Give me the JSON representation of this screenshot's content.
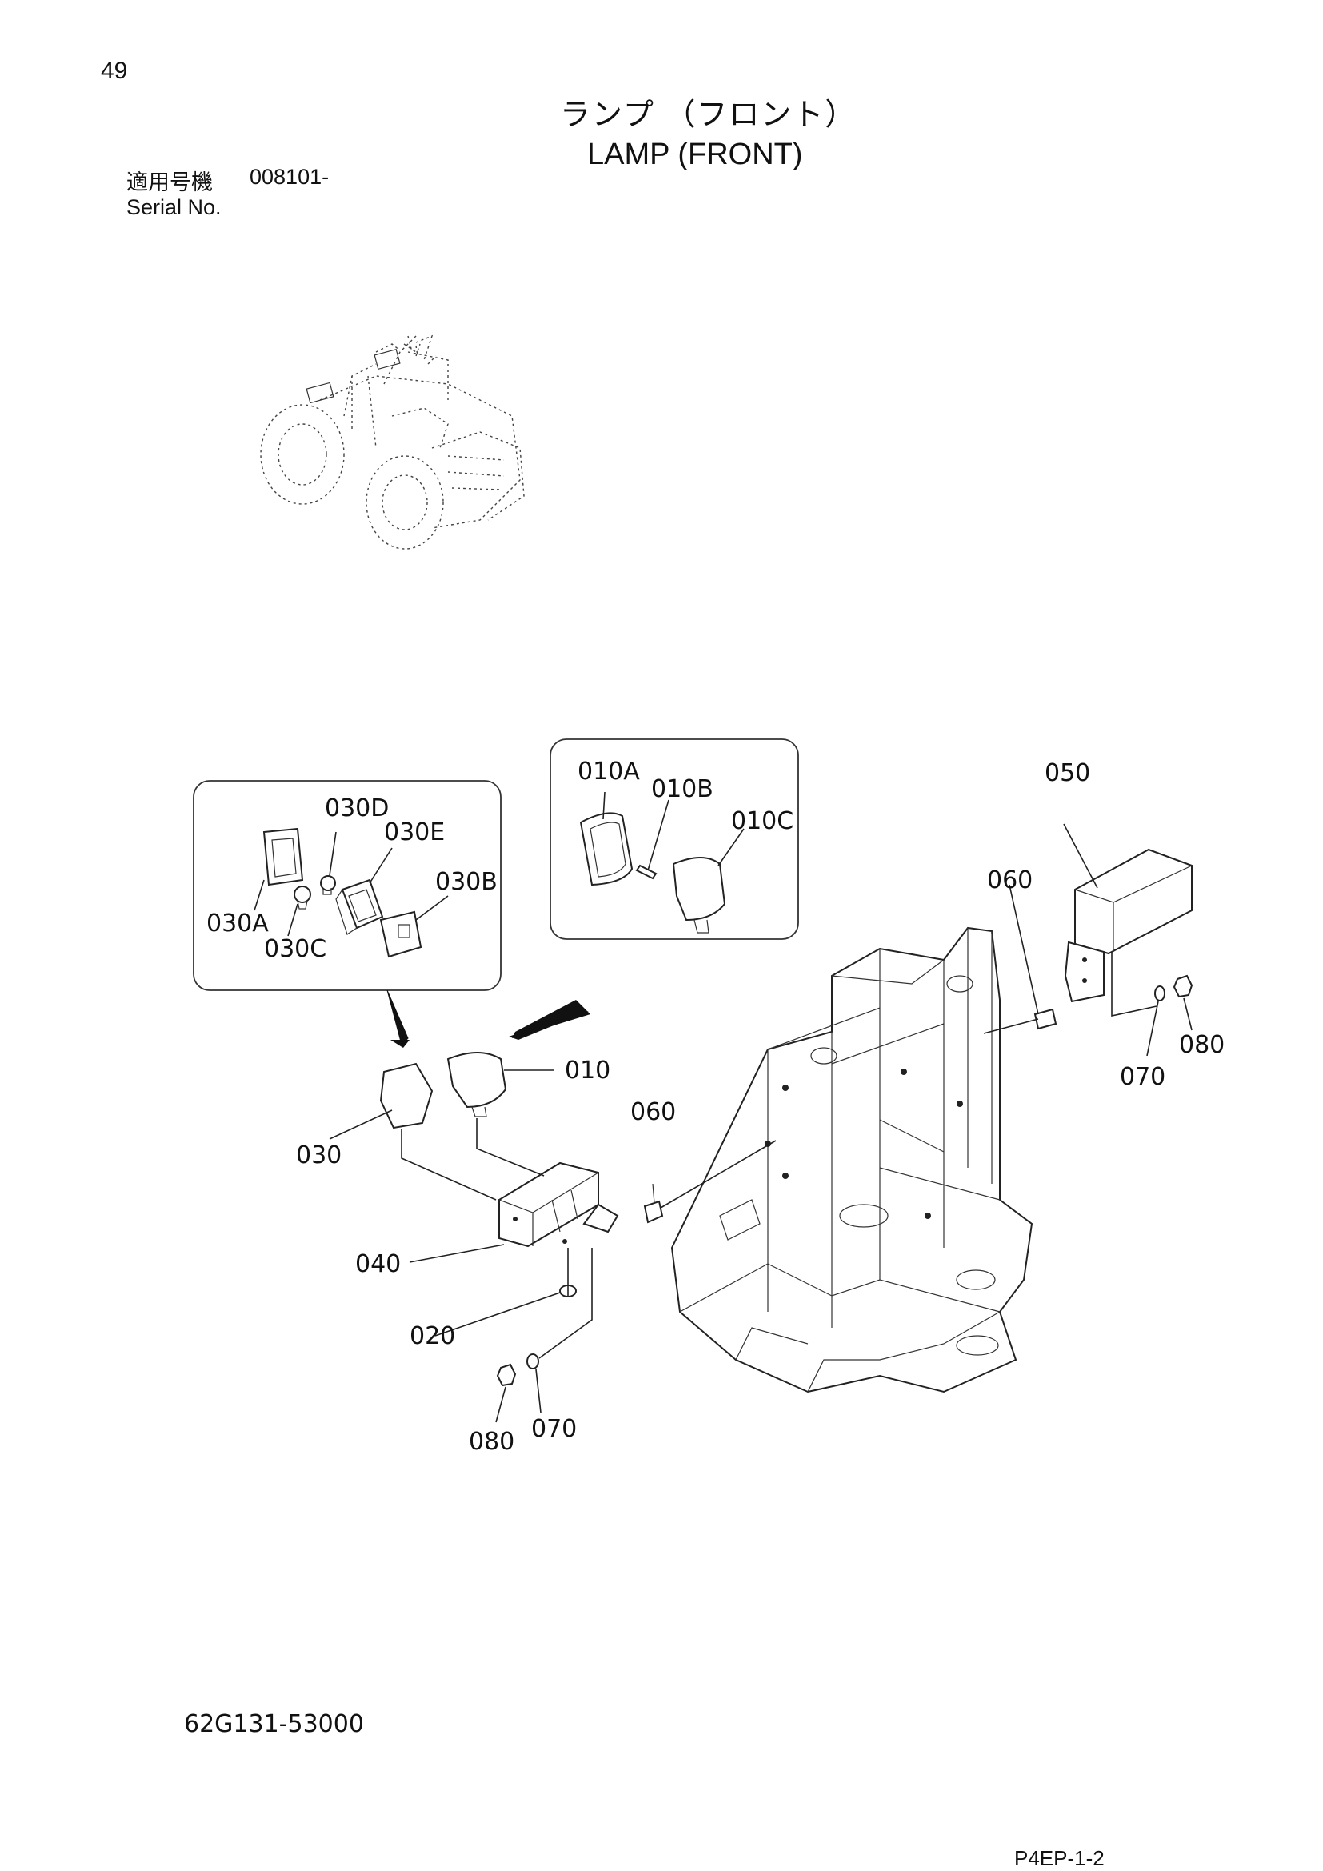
{
  "header": {
    "page_number": "49",
    "title_ja": "ランプ （フロント）",
    "title_en": "LAMP (FRONT)",
    "serial_label_ja": "適用号機",
    "serial_value": "008101-",
    "serial_label_en": "Serial No."
  },
  "parts": {
    "p010": "010",
    "p010A": "010A",
    "p010B": "010B",
    "p010C": "010C",
    "p020": "020",
    "p030": "030",
    "p030A": "030A",
    "p030B": "030B",
    "p030C": "030C",
    "p030D": "030D",
    "p030E": "030E",
    "p040": "040",
    "p050": "050",
    "p060_left": "060",
    "p060_right": "060",
    "p070_left": "070",
    "p070_right": "070",
    "p080_left": "080",
    "p080_right": "080"
  },
  "footer": {
    "document_code": "62G131-53000",
    "page_code": "P4EP-1-2"
  }
}
